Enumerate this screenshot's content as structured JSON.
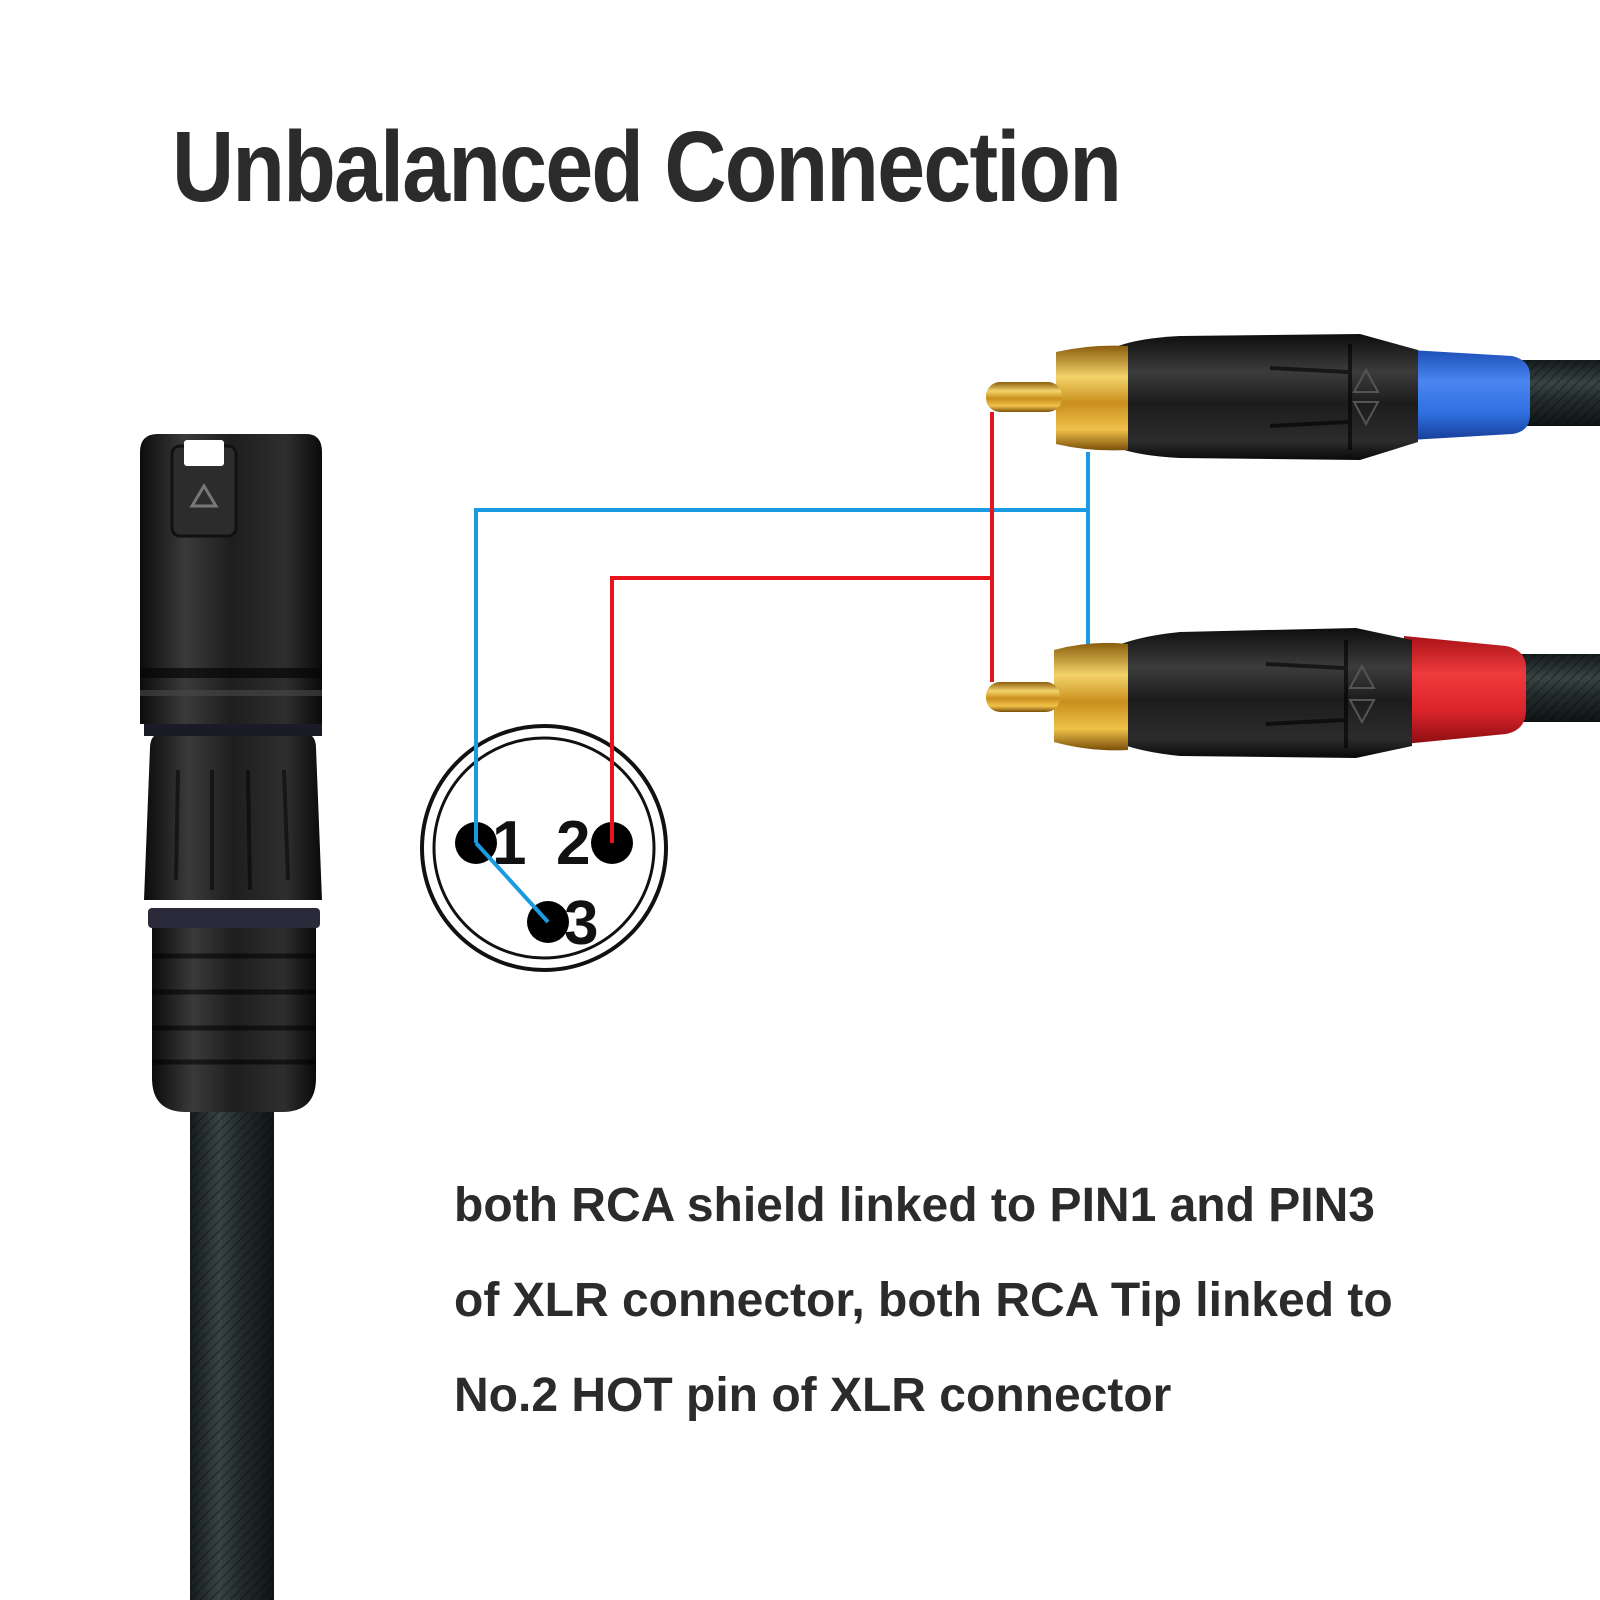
{
  "title": "Unbalanced Connection",
  "pinout": {
    "pin1": "1",
    "pin2": "2",
    "pin3": "3"
  },
  "wiring_colors": {
    "shield": "#1a9be0",
    "tip": "#e8141c"
  },
  "connector_colors": {
    "rca_upper_ring": "#2f6fe0",
    "rca_lower_ring": "#e0262a",
    "gold": "#e2b32d",
    "body": "#1c1c1c"
  },
  "description": {
    "line1": "both RCA shield linked to PIN1 and PIN3",
    "line2": "of XLR connector, both RCA Tip linked to",
    "line3": "No.2 HOT pin of XLR connector"
  }
}
